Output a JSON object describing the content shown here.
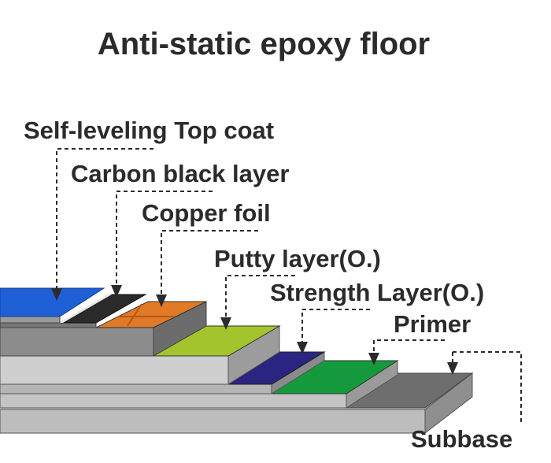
{
  "title": "Anti-static epoxy floor",
  "labels": {
    "top_coat": "Self-leveling Top coat",
    "carbon": "Carbon black layer",
    "copper": "Copper foil",
    "putty": "Putty layer(O.)",
    "strength": "Strength Layer(O.)",
    "primer": "Primer",
    "subbase": "Subbase"
  },
  "colors": {
    "top_coat": "#1f5fd6",
    "carbon": "#2a2a2a",
    "copper": "#e07a26",
    "putty": "#a3c42c",
    "strength": "#2a2580",
    "primer": "#149a3c",
    "subbase": "#6e6e6e",
    "step_side": "#c7c7c7",
    "step_front": "#9a9a9a",
    "text": "#2b2b2b"
  }
}
